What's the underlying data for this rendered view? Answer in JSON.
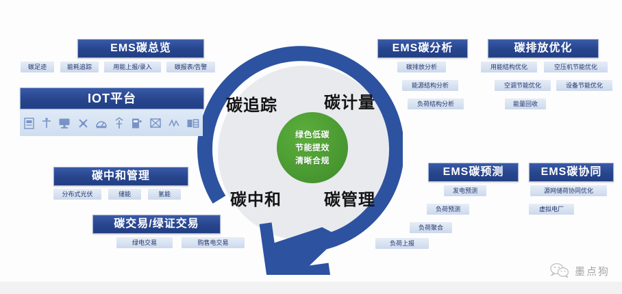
{
  "diagram": {
    "center": {
      "core_lines": [
        "绿色低碳",
        "节能提效",
        "清晰合规"
      ],
      "quadrants": {
        "top_left": "碳追踪",
        "top_right": "碳计量",
        "bottom_left": "碳中和",
        "bottom_right": "碳管理"
      }
    },
    "panels": [
      {
        "id": "ems-carbon-overview",
        "title": "EMS碳总览",
        "items": [
          "碳足迹",
          "能耗追踪",
          "用能上报/录入",
          "碳报表/告警"
        ]
      },
      {
        "id": "iot-platform",
        "title": "IOT平台",
        "items": [],
        "icons": [
          "meter-icon",
          "sensor-icon",
          "monitor-icon",
          "valve-icon",
          "gauge-icon",
          "antenna-icon",
          "controller-icon",
          "panel-icon",
          "power-icon",
          "grid-icon"
        ]
      },
      {
        "id": "carbon-neutral-management",
        "title": "碳中和管理",
        "items": [
          "分布式光伏",
          "储能",
          "氢能"
        ]
      },
      {
        "id": "carbon-trading",
        "title": "碳交易/绿证交易",
        "items": [
          "绿电交易",
          "购售电交易"
        ]
      },
      {
        "id": "ems-carbon-analysis",
        "title": "EMS碳分析",
        "items": [
          "碳排放分析",
          "能源结构分析",
          "负荷结构分析"
        ]
      },
      {
        "id": "carbon-emission-optimization",
        "title": "碳排放优化",
        "items": [
          "用能结构优化",
          "空压机节能优化",
          "空调节能优化",
          "设备节能优化",
          "能量回收"
        ]
      },
      {
        "id": "ems-carbon-forecast",
        "title": "EMS碳预测",
        "items": [
          "发电预测",
          "负荷预测",
          "负荷聚合",
          "负荷上报"
        ]
      },
      {
        "id": "ems-carbon-coordination",
        "title": "EMS碳协同",
        "items": [
          "源网储荷协同优化",
          "虚拟电厂"
        ]
      }
    ],
    "watermark": {
      "icon": "wechat-icon",
      "text": "墨点狗"
    },
    "colors": {
      "header_blue": "#27458c",
      "ring_blue": "#2d52a0",
      "chip_blue": "#ccd9ec",
      "core_green": "#4a9a32",
      "inner_disc": "#e8eaee"
    }
  }
}
